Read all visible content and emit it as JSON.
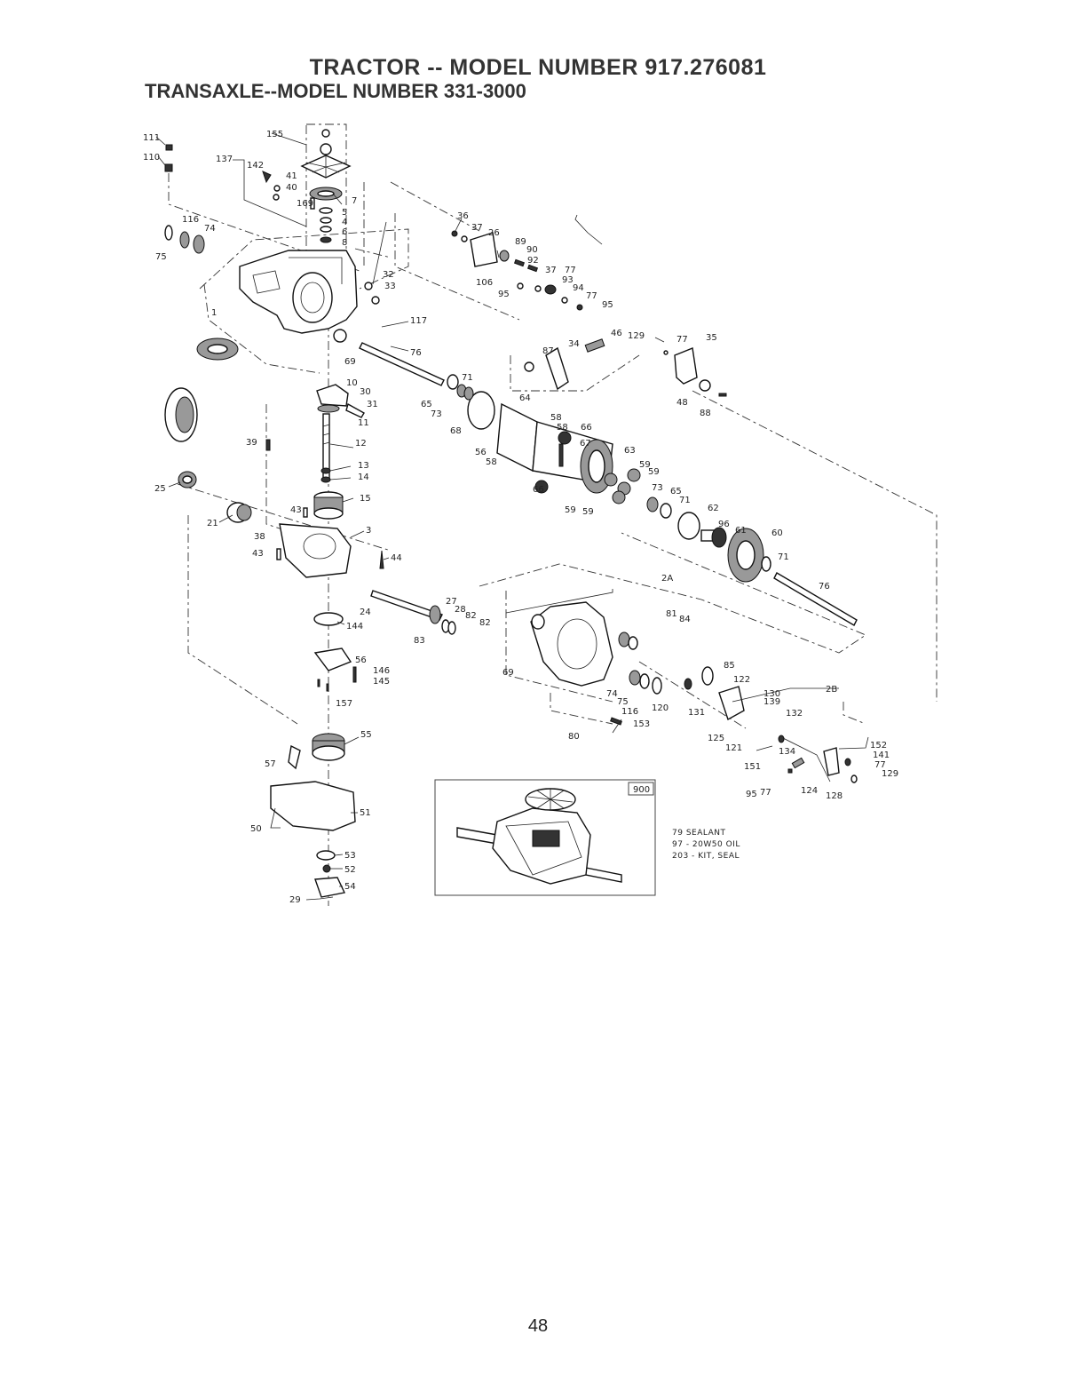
{
  "header": {
    "tractor_title": "TRACTOR -- MODEL NUMBER 917.276081",
    "transaxle_title": "TRANSAXLE--MODEL NUMBER 331-3000"
  },
  "inset": {
    "box_number": "900"
  },
  "notes": [
    "79 SEALANT",
    "97 - 20W50 OIL",
    "203 - KIT, SEAL"
  ],
  "callouts": [
    "111",
    "110",
    "137",
    "142",
    "41",
    "40",
    "155",
    "169",
    "7",
    "5",
    "4",
    "6",
    "8",
    "116",
    "74",
    "75",
    "1",
    "32",
    "33",
    "117",
    "69",
    "76",
    "36",
    "37",
    "26",
    "89",
    "90",
    "92",
    "37",
    "77",
    "106",
    "93",
    "94",
    "95",
    "77",
    "95",
    "46",
    "34",
    "87",
    "129",
    "77",
    "35",
    "48",
    "88",
    "10",
    "30",
    "31",
    "11",
    "12",
    "71",
    "65",
    "73",
    "64",
    "68",
    "58",
    "58",
    "66",
    "56",
    "58",
    "67",
    "63",
    "39",
    "13",
    "14",
    "59",
    "59",
    "66",
    "59",
    "59",
    "73",
    "65",
    "71",
    "62",
    "25",
    "15",
    "43",
    "21",
    "3",
    "38",
    "43",
    "44",
    "96",
    "61",
    "60",
    "71",
    "76",
    "2A",
    "27",
    "28",
    "24",
    "82",
    "82",
    "144",
    "83",
    "81",
    "84",
    "69",
    "56",
    "146",
    "145",
    "157",
    "85",
    "122",
    "74",
    "75",
    "116",
    "120",
    "130",
    "139",
    "2B",
    "131",
    "132",
    "80",
    "153",
    "55",
    "125",
    "121",
    "134",
    "151",
    "152",
    "141",
    "77",
    "129",
    "57",
    "95",
    "77",
    "124",
    "128",
    "51",
    "50",
    "53",
    "52",
    "54",
    "29"
  ],
  "page_number": "48"
}
